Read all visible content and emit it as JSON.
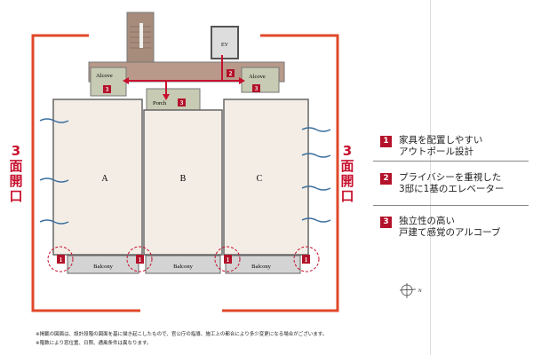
{
  "side_label": {
    "number": "3",
    "chars": [
      "面",
      "開",
      "口"
    ]
  },
  "plan": {
    "units": [
      "A",
      "B",
      "C"
    ],
    "balcony": "Balcony",
    "alcove": "Alcove",
    "porch": "Porch",
    "ev": "EV",
    "badges": {
      "one": "1",
      "two": "2",
      "three": "3"
    }
  },
  "features": [
    {
      "num": "1",
      "line1": "家具を配置しやすい",
      "line2": "アウトポール設計"
    },
    {
      "num": "2",
      "line1": "プライバシーを重視した",
      "line2": "3邸に1基のエレベーター"
    },
    {
      "num": "3",
      "line1": "独立性の高い",
      "line2": "戸建て感覚のアルコーブ"
    }
  ],
  "compass": {
    "label": "N"
  },
  "notes": [
    "※掲載の図面は、設計段階の図面を基に描き起こしたもので、官公庁の指導、施工上の都合により多少変更になる場合がございます。",
    "※階数により窓位置、日照、通風条件は異なります。"
  ],
  "colors": {
    "accent": "#c8102e",
    "badge": "#b3122a",
    "wind": "#3a6f9e"
  }
}
